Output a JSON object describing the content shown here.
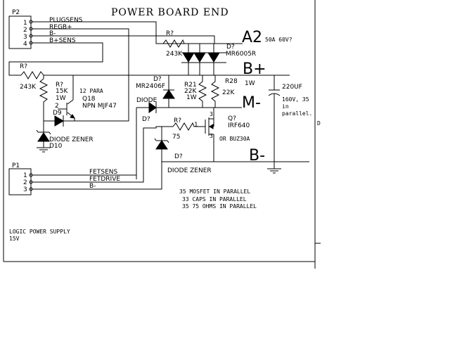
{
  "title": "POWER BOARD END",
  "connectors": {
    "p2": {
      "name": "P2",
      "pins": [
        "1",
        "2",
        "3",
        "4"
      ],
      "nets": [
        "PLUGSENS",
        "REGB+",
        "B-",
        "B+SENS"
      ]
    },
    "p1": {
      "name": "P1",
      "pins": [
        "1",
        "2",
        "3"
      ],
      "nets": [
        "FETSENS",
        "FETDRIVE",
        "B-"
      ]
    }
  },
  "nodes": {
    "a2": "A2",
    "bplus": "B+",
    "mminus": "M-",
    "bminus": "B-"
  },
  "components": {
    "r_top_ref": "R?",
    "r_top_val": "243K",
    "d_top_ref": "D?",
    "d_top_val": "MR6005R",
    "d_top_rating": "50A 60V?",
    "r_left_ref": "R?",
    "r_left_val": "243K",
    "r_mid_ref": "R?",
    "r_mid_val": "15K",
    "r_mid_pow": "1W",
    "q18_note": "12 PARA",
    "q18_ref": "Q18",
    "q18_val": "NPN MJF47",
    "d9_ref": "D9",
    "d10_type": "DIODE ZENER",
    "d10_ref": "D10",
    "dmr_ref": "D?",
    "dmr_val": "MR2406F",
    "r21_ref": "R21",
    "r21_val": "22K",
    "r21_pow": "1W",
    "r28_ref": "R28",
    "r28_val": "22K",
    "bplus_pow": "1W",
    "cap_val": "220UF",
    "cap_note1": "160V, 35",
    "cap_note2": "in",
    "cap_note3": "parallel.",
    "diode_type": "DIODE",
    "diode_ref": "D?",
    "r75_ref": "R?",
    "r75_val": "75",
    "r75_pin": "1",
    "q_ref": "Q?",
    "q_val": "IRF640",
    "q_alt": "OR BUZ30A",
    "pin2": "2",
    "pin3a": "3",
    "pin3b": "3",
    "zener2_ref": "D?",
    "zener2_type": "DIODE ZENER"
  },
  "notes": [
    "35 MOSFET IN PARALLEL",
    "33 CAPS IN PARALLEL",
    "35 75 OHMS IN PARALLEL"
  ],
  "logic_supply": {
    "line1": "LOGIC POWER SUPPLY",
    "line2": "15V"
  },
  "edge_mark": "D"
}
